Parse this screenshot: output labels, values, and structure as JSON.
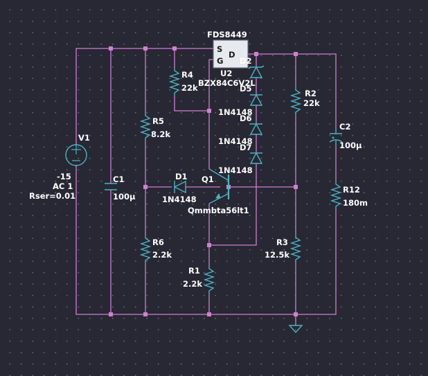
{
  "labels": {
    "u2_part": "FDS8449",
    "u2_s": "S",
    "u2_g": "G",
    "u2_d": "D",
    "u2_name": "U2",
    "d2_name": "D2",
    "d2_part": "BZX84C6V2L",
    "d5_name": "D5",
    "d5_part": "1N4148",
    "d6_name": "D6",
    "d6_part": "1N4148",
    "d7_name": "D7",
    "d7_part": "1N4148",
    "r4_name": "R4",
    "r4_value": "22k",
    "r5_name": "R5",
    "r5_value": "8.2k",
    "r2_name": "R2",
    "r2_value": "22k",
    "c2_name": "C2",
    "c2_value": "100µ",
    "v1_name": "V1",
    "v1_value": "-15",
    "v1_ac": "AC 1",
    "v1_rser": "Rser=0.01",
    "c1_name": "C1",
    "c1_value": "100µ",
    "d1_name": "D1",
    "d1_part": "1N4148",
    "q1_name": "Q1",
    "q1_part": "Qmmbta56lt1",
    "r12_name": "R12",
    "r12_value": "180m",
    "r6_name": "R6",
    "r6_value": "2.2k",
    "r3_name": "R3",
    "r3_value": "12.5k",
    "r1_name": "R1",
    "r1_value": "2.2k"
  },
  "colors": {
    "background": "#272833",
    "wire": "#d27fd1",
    "component": "#4db3c4",
    "text": "#ffffff"
  }
}
